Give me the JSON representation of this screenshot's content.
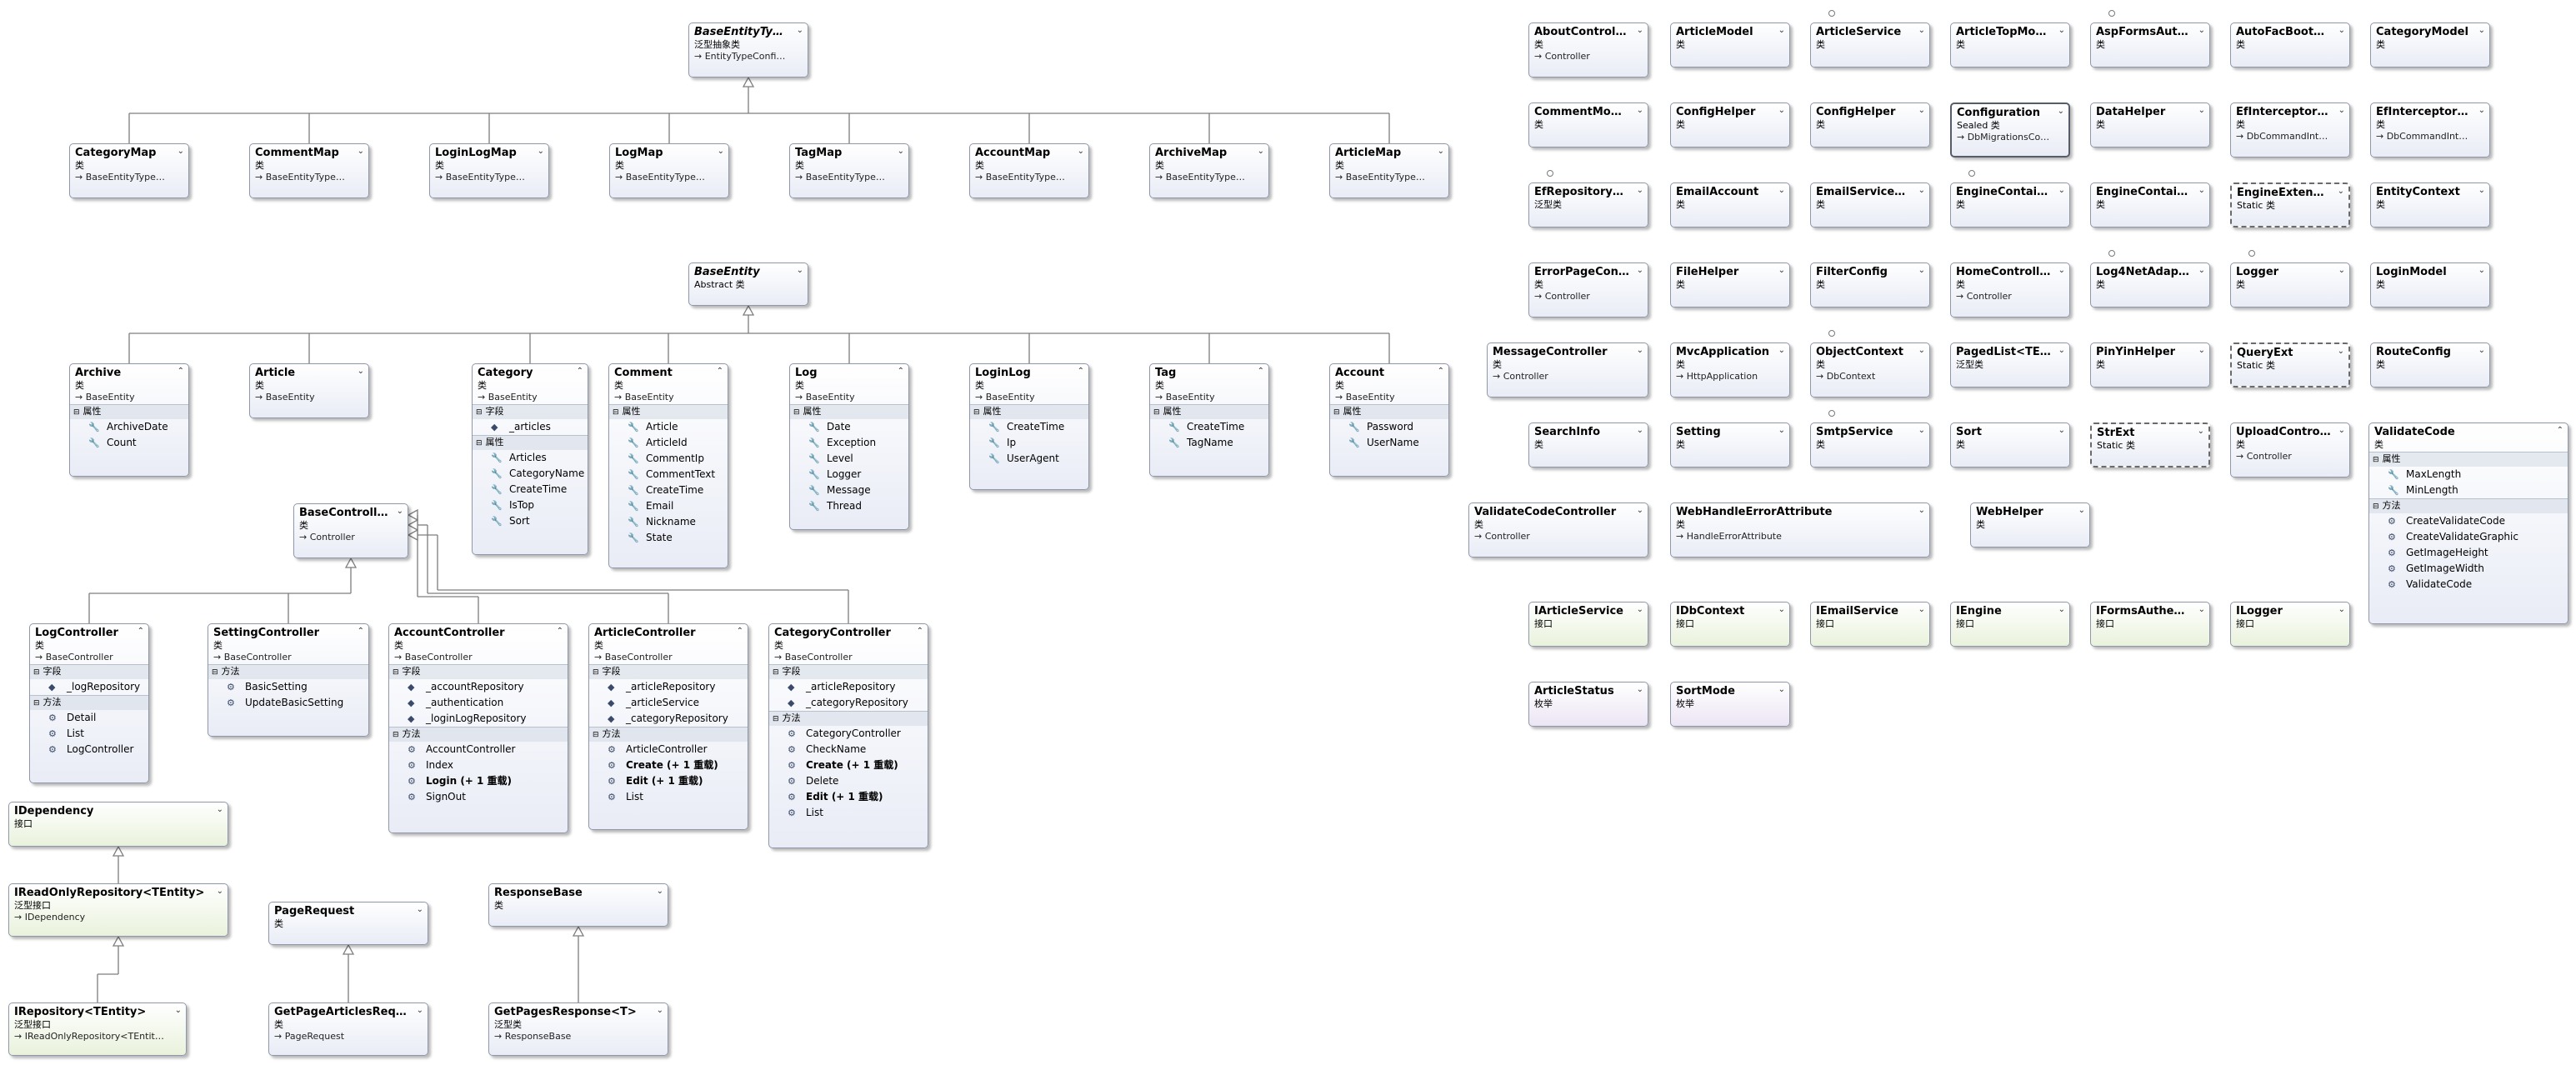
{
  "labels": {
    "fields": "字段",
    "properties": "属性",
    "methods": "方法"
  },
  "types": [
    {
      "id": "base_entity_type_config",
      "name": "BaseEntityTypeC...",
      "stereo": "泛型抽象类",
      "base": "EntityTypeConfigur...",
      "italic": true
    },
    {
      "id": "category_map",
      "name": "CategoryMap",
      "stereo": "类",
      "base": "BaseEntityTypeConf..."
    },
    {
      "id": "comment_map",
      "name": "CommentMap",
      "stereo": "类",
      "base": "BaseEntityTypeConf..."
    },
    {
      "id": "loginlog_map",
      "name": "LoginLogMap",
      "stereo": "类",
      "base": "BaseEntityTypeConf..."
    },
    {
      "id": "log_map",
      "name": "LogMap",
      "stereo": "类",
      "base": "BaseEntityTypeConf..."
    },
    {
      "id": "tag_map",
      "name": "TagMap",
      "stereo": "类",
      "base": "BaseEntityTypeConf..."
    },
    {
      "id": "account_map",
      "name": "AccountMap",
      "stereo": "类",
      "base": "BaseEntityTypeConf..."
    },
    {
      "id": "archive_map",
      "name": "ArchiveMap",
      "stereo": "类",
      "base": "BaseEntityTypeConf..."
    },
    {
      "id": "article_map",
      "name": "ArticleMap",
      "stereo": "类",
      "base": "BaseEntityTypeConf..."
    },
    {
      "id": "base_entity",
      "name": "BaseEntity",
      "stereo": "Abstract 类",
      "italic": true
    },
    {
      "id": "archive",
      "name": "Archive",
      "stereo": "类",
      "base": "BaseEntity",
      "sections": [
        {
          "label": "properties",
          "items": [
            "ArchiveDate",
            "Count"
          ]
        }
      ]
    },
    {
      "id": "article",
      "name": "Article",
      "stereo": "类",
      "base": "BaseEntity"
    },
    {
      "id": "category",
      "name": "Category",
      "stereo": "类",
      "base": "BaseEntity",
      "sections": [
        {
          "label": "fields",
          "items": [
            "_articles"
          ]
        },
        {
          "label": "properties",
          "items": [
            "Articles",
            "CategoryName",
            "CreateTime",
            "IsTop",
            "Sort"
          ]
        }
      ]
    },
    {
      "id": "comment",
      "name": "Comment",
      "stereo": "类",
      "base": "BaseEntity",
      "sections": [
        {
          "label": "properties",
          "items": [
            "Article",
            "ArticleId",
            "CommentIp",
            "CommentText",
            "CreateTime",
            "Email",
            "Nickname",
            "State"
          ]
        }
      ]
    },
    {
      "id": "log",
      "name": "Log",
      "stereo": "类",
      "base": "BaseEntity",
      "sections": [
        {
          "label": "properties",
          "items": [
            "Date",
            "Exception",
            "Level",
            "Logger",
            "Message",
            "Thread"
          ]
        }
      ]
    },
    {
      "id": "loginlog",
      "name": "LoginLog",
      "stereo": "类",
      "base": "BaseEntity",
      "sections": [
        {
          "label": "properties",
          "items": [
            "CreateTime",
            "Ip",
            "UserAgent"
          ]
        }
      ]
    },
    {
      "id": "tag",
      "name": "Tag",
      "stereo": "类",
      "base": "BaseEntity",
      "sections": [
        {
          "label": "properties",
          "items": [
            "CreateTime",
            "TagName"
          ]
        }
      ]
    },
    {
      "id": "account",
      "name": "Account",
      "stereo": "类",
      "base": "BaseEntity",
      "sections": [
        {
          "label": "properties",
          "items": [
            "Password",
            "UserName"
          ]
        }
      ]
    },
    {
      "id": "base_controller",
      "name": "BaseController",
      "stereo": "类",
      "base": "Controller"
    },
    {
      "id": "log_controller",
      "name": "LogController",
      "stereo": "类",
      "base": "BaseController",
      "sections": [
        {
          "label": "fields",
          "items": [
            "_logRepository"
          ]
        },
        {
          "label": "methods",
          "items": [
            "Detail",
            "List",
            "LogController"
          ]
        }
      ]
    },
    {
      "id": "setting_controller",
      "name": "SettingController",
      "stereo": "类",
      "base": "BaseController",
      "sections": [
        {
          "label": "methods",
          "items": [
            "BasicSetting",
            "UpdateBasicSetting"
          ]
        }
      ]
    },
    {
      "id": "account_controller",
      "name": "AccountController",
      "stereo": "类",
      "base": "BaseController",
      "sections": [
        {
          "label": "fields",
          "items": [
            "_accountRepository",
            "_authentication",
            "_loginLogRepository"
          ]
        },
        {
          "label": "methods",
          "items": [
            "AccountController",
            "Index",
            "Login (+ 1 重载)",
            "SignOut"
          ]
        }
      ]
    },
    {
      "id": "article_controller",
      "name": "ArticleController",
      "stereo": "类",
      "base": "BaseController",
      "sections": [
        {
          "label": "fields",
          "items": [
            "_articleRepository",
            "_articleService",
            "_categoryRepository"
          ]
        },
        {
          "label": "methods",
          "items": [
            "ArticleController",
            "Create (+ 1 重载)",
            "Edit (+ 1 重载)",
            "List"
          ]
        }
      ]
    },
    {
      "id": "category_controller",
      "name": "CategoryController",
      "stereo": "类",
      "base": "BaseController",
      "sections": [
        {
          "label": "fields",
          "items": [
            "_articleRepository",
            "_categoryRepository"
          ]
        },
        {
          "label": "methods",
          "items": [
            "CategoryController",
            "CheckName",
            "Create (+ 1 重载)",
            "Delete",
            "Edit (+ 1 重载)",
            "List"
          ]
        }
      ]
    },
    {
      "id": "idependency",
      "name": "IDependency",
      "stereo": "接口",
      "kind": "iface"
    },
    {
      "id": "ireadonly_repo",
      "name": "IReadOnlyRepository<TEntity>",
      "stereo": "泛型接口",
      "base": "IDependency",
      "kind": "iface"
    },
    {
      "id": "irepository",
      "name": "IRepository<TEntity>",
      "stereo": "泛型接口",
      "base": "IReadOnlyRepository<TEntity>",
      "kind": "iface"
    },
    {
      "id": "page_request",
      "name": "PageRequest",
      "stereo": "类"
    },
    {
      "id": "get_page_articles_request",
      "name": "GetPageArticlesRequest",
      "stereo": "类",
      "base": "PageRequest"
    },
    {
      "id": "response_base",
      "name": "ResponseBase",
      "stereo": "类"
    },
    {
      "id": "get_pages_response",
      "name": "GetPagesResponse<T>",
      "stereo": "泛型类",
      "base": "ResponseBase"
    },
    {
      "id": "about_controller",
      "name": "AboutController",
      "stereo": "类",
      "base": "Controller"
    },
    {
      "id": "article_model",
      "name": "ArticleModel",
      "stereo": "类"
    },
    {
      "id": "article_service",
      "name": "ArticleService",
      "stereo": "类"
    },
    {
      "id": "article_top_model",
      "name": "ArticleTopModel",
      "stereo": "类"
    },
    {
      "id": "asp_forms_auth",
      "name": "AspFormsAuth...",
      "stereo": "类"
    },
    {
      "id": "autofac_boot",
      "name": "AutoFacBootSt...",
      "stereo": "类"
    },
    {
      "id": "category_model",
      "name": "CategoryModel",
      "stereo": "类"
    },
    {
      "id": "comment_model",
      "name": "CommentModel",
      "stereo": "类"
    },
    {
      "id": "config_helper_1",
      "name": "ConfigHelper",
      "stereo": "类"
    },
    {
      "id": "config_helper_2",
      "name": "ConfigHelper",
      "stereo": "类"
    },
    {
      "id": "configuration",
      "name": "Configuration",
      "stereo": "Sealed 类",
      "base": "DbMigrationsConfi...",
      "kind": "sel"
    },
    {
      "id": "data_helper",
      "name": "DataHelper",
      "stereo": "类"
    },
    {
      "id": "ef_interceptor_l",
      "name": "EfInterceptorL...",
      "stereo": "类",
      "base": "DbCommandInterce..."
    },
    {
      "id": "ef_interceptor_t",
      "name": "EfInterceptorT...",
      "stereo": "类",
      "base": "DbCommandInterce..."
    },
    {
      "id": "ef_repository",
      "name": "EfRepository<...",
      "stereo": "泛型类"
    },
    {
      "id": "email_account",
      "name": "EmailAccount",
      "stereo": "类"
    },
    {
      "id": "email_service_fa",
      "name": "EmailServiceFa...",
      "stereo": "类"
    },
    {
      "id": "engine_container",
      "name": "EngineContainer",
      "stereo": "类"
    },
    {
      "id": "engine_contain2",
      "name": "EngineContain...",
      "stereo": "类"
    },
    {
      "id": "engine_extensio",
      "name": "EngineExtensio...",
      "stereo": "Static 类",
      "kind": "dashed"
    },
    {
      "id": "entity_context",
      "name": "EntityContext",
      "stereo": "类"
    },
    {
      "id": "error_page_cont",
      "name": "ErrorPageCont...",
      "stereo": "类",
      "base": "Controller"
    },
    {
      "id": "file_helper",
      "name": "FileHelper",
      "stereo": "类"
    },
    {
      "id": "filter_config",
      "name": "FilterConfig",
      "stereo": "类"
    },
    {
      "id": "home_controller",
      "name": "HomeController",
      "stereo": "类",
      "base": "Controller"
    },
    {
      "id": "log4net_adapter",
      "name": "Log4NetAdapter",
      "stereo": "类"
    },
    {
      "id": "logger",
      "name": "Logger",
      "stereo": "类"
    },
    {
      "id": "login_model",
      "name": "LoginModel",
      "stereo": "类"
    },
    {
      "id": "message_controller",
      "name": "MessageController",
      "stereo": "类",
      "base": "Controller"
    },
    {
      "id": "mvc_application",
      "name": "MvcApplication",
      "stereo": "类",
      "base": "HttpApplication"
    },
    {
      "id": "object_context",
      "name": "ObjectContext",
      "stereo": "类",
      "base": "DbContext"
    },
    {
      "id": "paged_list",
      "name": "PagedList<TEn...",
      "stereo": "泛型类"
    },
    {
      "id": "pinyin_helper",
      "name": "PinYinHelper",
      "stereo": "类"
    },
    {
      "id": "query_ext",
      "name": "QueryExt",
      "stereo": "Static 类",
      "kind": "dashed"
    },
    {
      "id": "route_config",
      "name": "RouteConfig",
      "stereo": "类"
    },
    {
      "id": "search_info",
      "name": "SearchInfo",
      "stereo": "类"
    },
    {
      "id": "setting",
      "name": "Setting",
      "stereo": "类"
    },
    {
      "id": "smtp_service",
      "name": "SmtpService",
      "stereo": "类"
    },
    {
      "id": "sort",
      "name": "Sort",
      "stereo": "类"
    },
    {
      "id": "str_ext",
      "name": "StrExt",
      "stereo": "Static 类",
      "kind": "dashed"
    },
    {
      "id": "upload_control",
      "name": "UploadControl...",
      "stereo": "类",
      "base": "Controller"
    },
    {
      "id": "validate_code",
      "name": "ValidateCode",
      "stereo": "类",
      "sections": [
        {
          "label": "properties",
          "items": [
            "MaxLength",
            "MinLength"
          ]
        },
        {
          "label": "methods",
          "items": [
            "CreateValidateCode",
            "CreateValidateGraphic",
            "GetImageHeight",
            "GetImageWidth",
            "ValidateCode"
          ]
        }
      ]
    },
    {
      "id": "validate_code_controller",
      "name": "ValidateCodeController",
      "stereo": "类",
      "base": "Controller"
    },
    {
      "id": "web_handle_error",
      "name": "WebHandleErrorAttribute",
      "stereo": "类",
      "base": "HandleErrorAttribute"
    },
    {
      "id": "web_helper",
      "name": "WebHelper",
      "stereo": "类"
    },
    {
      "id": "iarticle_service",
      "name": "IArticleService",
      "stereo": "接口",
      "kind": "iface"
    },
    {
      "id": "idb_context",
      "name": "IDbContext",
      "stereo": "接口",
      "kind": "iface"
    },
    {
      "id": "iemail_service",
      "name": "IEmailService",
      "stereo": "接口",
      "kind": "iface"
    },
    {
      "id": "iengine",
      "name": "IEngine",
      "stereo": "接口",
      "kind": "iface"
    },
    {
      "id": "iforms_authent",
      "name": "IFormsAuthent...",
      "stereo": "接口",
      "kind": "iface"
    },
    {
      "id": "ilogger",
      "name": "ILogger",
      "stereo": "接口",
      "kind": "iface"
    },
    {
      "id": "article_status",
      "name": "ArticleStatus",
      "stereo": "枚举",
      "kind": "enumb"
    },
    {
      "id": "sort_mode",
      "name": "SortMode",
      "stereo": "枚举",
      "kind": "enumb"
    }
  ]
}
